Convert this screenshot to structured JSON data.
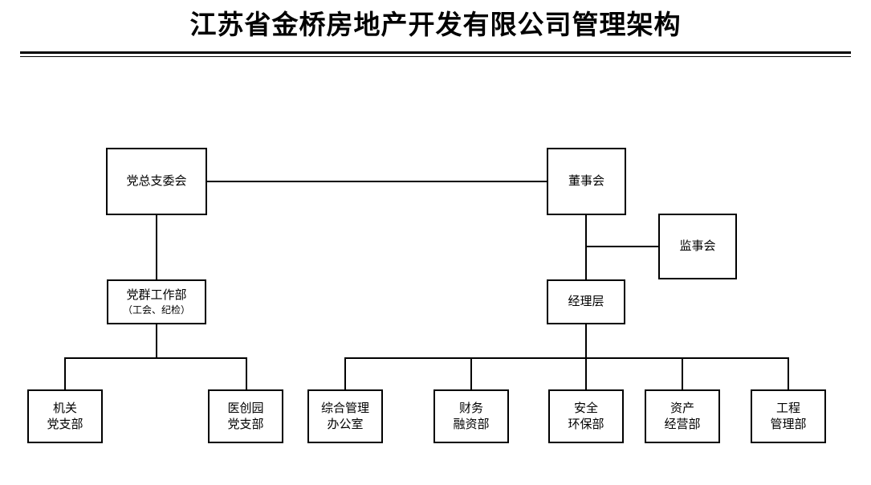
{
  "document": {
    "title": "江苏省金桥房地产开发有限公司管理架构",
    "type": "organization-chart"
  },
  "chart_data": {
    "type": "diagram",
    "title": "江苏省金桥房地产开发有限公司管理架构",
    "nodes": [
      {
        "id": "party_committee",
        "label_line1": "党总支委会",
        "label_line2": "",
        "level": 1,
        "column": "left"
      },
      {
        "id": "board_of_directors",
        "label_line1": "董事会",
        "label_line2": "",
        "level": 1,
        "column": "right"
      },
      {
        "id": "board_of_supervisors",
        "label_line1": "监事会",
        "label_line2": "",
        "level": 2,
        "column": "right"
      },
      {
        "id": "party_mass_work_dept",
        "label_line1": "党群工作部",
        "label_line2": "（工会、纪检）",
        "level": 2,
        "column": "left"
      },
      {
        "id": "management_level",
        "label_line1": "经理层",
        "label_line2": "",
        "level": 2,
        "column": "right"
      },
      {
        "id": "organ_party_branch",
        "label_line1": "机关",
        "label_line2": "党支部",
        "level": 3,
        "column": "left"
      },
      {
        "id": "medical_park_party_branch",
        "label_line1": "医创园",
        "label_line2": "党支部",
        "level": 3,
        "column": "left"
      },
      {
        "id": "general_admin_office",
        "label_line1": "综合管理",
        "label_line2": "办公室",
        "level": 3,
        "column": "right"
      },
      {
        "id": "finance_financing_dept",
        "label_line1": "财务",
        "label_line2": "融资部",
        "level": 3,
        "column": "right"
      },
      {
        "id": "safety_environment_dept",
        "label_line1": "安全",
        "label_line2": "环保部",
        "level": 3,
        "column": "right"
      },
      {
        "id": "asset_management_dept",
        "label_line1": "资产",
        "label_line2": "经营部",
        "level": 3,
        "column": "right"
      },
      {
        "id": "engineering_management_dept",
        "label_line1": "工程",
        "label_line2": "管理部",
        "level": 3,
        "column": "right"
      }
    ],
    "edges": [
      {
        "from": "party_committee",
        "to": "board_of_directors",
        "style": "horizontal"
      },
      {
        "from": "party_committee",
        "to": "party_mass_work_dept",
        "style": "vertical"
      },
      {
        "from": "board_of_directors",
        "to": "board_of_supervisors",
        "style": "elbow"
      },
      {
        "from": "board_of_directors",
        "to": "management_level",
        "style": "vertical"
      },
      {
        "from": "party_mass_work_dept",
        "to": "organ_party_branch",
        "style": "bus"
      },
      {
        "from": "party_mass_work_dept",
        "to": "medical_park_party_branch",
        "style": "bus"
      },
      {
        "from": "management_level",
        "to": "general_admin_office",
        "style": "bus"
      },
      {
        "from": "management_level",
        "to": "finance_financing_dept",
        "style": "bus"
      },
      {
        "from": "management_level",
        "to": "safety_environment_dept",
        "style": "bus"
      },
      {
        "from": "management_level",
        "to": "asset_management_dept",
        "style": "bus"
      },
      {
        "from": "management_level",
        "to": "engineering_management_dept",
        "style": "bus"
      }
    ],
    "colors": {
      "background": "#ffffff",
      "line": "#000000",
      "text": "#000000",
      "box_fill": "#ffffff"
    }
  }
}
